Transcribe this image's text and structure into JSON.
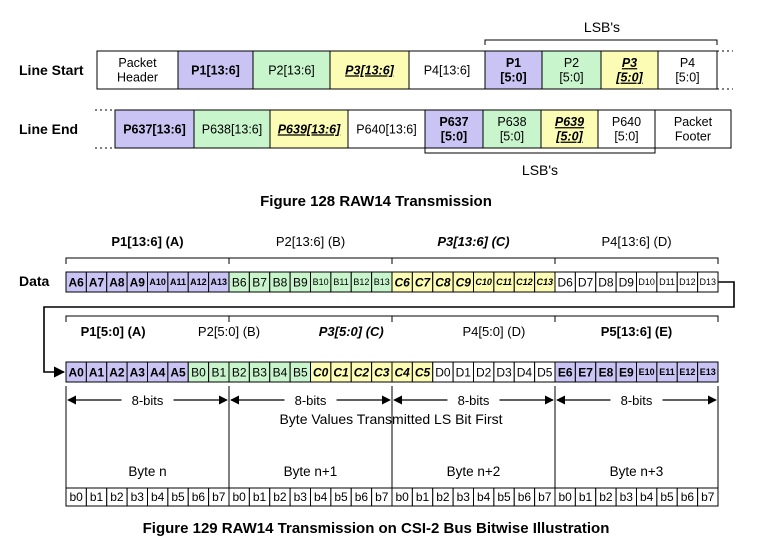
{
  "colors": {
    "purple": "#c9c4f4",
    "green": "#c8f5cc",
    "yellow": "#fcfcb4",
    "white": "#ffffff",
    "border": "#000000"
  },
  "fig128": {
    "lsb_top": "LSB's",
    "lsb_bottom": "LSB's",
    "caption": "Figure 128 RAW14 Transmission",
    "line_start": {
      "label": "Line Start",
      "cells": [
        {
          "lines": [
            "Packet",
            "Header"
          ],
          "color": "white",
          "bold": false,
          "italic": false
        },
        {
          "lines": [
            "P1[13:6]"
          ],
          "color": "purple",
          "bold": true,
          "italic": false
        },
        {
          "lines": [
            "P2[13:6]"
          ],
          "color": "green",
          "bold": false,
          "italic": false
        },
        {
          "lines": [
            "P3[13:6]"
          ],
          "color": "yellow",
          "bold": true,
          "italic": true
        },
        {
          "lines": [
            "P4[13:6]"
          ],
          "color": "white",
          "bold": false,
          "italic": false
        },
        {
          "lines": [
            "P1",
            "[5:0]"
          ],
          "color": "purple",
          "bold": true,
          "italic": false
        },
        {
          "lines": [
            "P2",
            "[5:0]"
          ],
          "color": "green",
          "bold": false,
          "italic": false
        },
        {
          "lines": [
            "P3",
            "[5:0]"
          ],
          "color": "yellow",
          "bold": true,
          "italic": true
        },
        {
          "lines": [
            "P4",
            "[5:0]"
          ],
          "color": "white",
          "bold": false,
          "italic": false
        }
      ]
    },
    "line_end": {
      "label": "Line End",
      "cells": [
        {
          "lines": [
            "P637[13:6]"
          ],
          "color": "purple",
          "bold": true,
          "italic": false
        },
        {
          "lines": [
            "P638[13:6]"
          ],
          "color": "green",
          "bold": false,
          "italic": false
        },
        {
          "lines": [
            "P639[13:6]"
          ],
          "color": "yellow",
          "bold": true,
          "italic": true
        },
        {
          "lines": [
            "P640[13:6]"
          ],
          "color": "white",
          "bold": false,
          "italic": false
        },
        {
          "lines": [
            "P637",
            "[5:0]"
          ],
          "color": "purple",
          "bold": true,
          "italic": false
        },
        {
          "lines": [
            "P638",
            "[5:0]"
          ],
          "color": "green",
          "bold": false,
          "italic": false
        },
        {
          "lines": [
            "P639",
            "[5:0]"
          ],
          "color": "yellow",
          "bold": true,
          "italic": true
        },
        {
          "lines": [
            "P640",
            "[5:0]"
          ],
          "color": "white",
          "bold": false,
          "italic": false
        },
        {
          "lines": [
            "Packet",
            "Footer"
          ],
          "color": "white",
          "bold": false,
          "italic": false
        }
      ]
    }
  },
  "fig129": {
    "data_label": "Data",
    "caption": "Figure 129 RAW14 Transmission on CSI-2 Bus Bitwise Illustration",
    "transmit_note": "Byte Values Transmitted LS Bit First",
    "row1_headers": [
      {
        "text": "P1[13:6] (A)",
        "bold": true,
        "italic": false
      },
      {
        "text": "P2[13:6] (B)",
        "bold": false,
        "italic": false
      },
      {
        "text": "P3[13:6] (C)",
        "bold": true,
        "italic": true
      },
      {
        "text": "P4[13:6] (D)",
        "bold": false,
        "italic": false
      }
    ],
    "row1_bits": [
      {
        "color": "purple",
        "bold": true,
        "italic": false,
        "labels": [
          "A6",
          "A7",
          "A8",
          "A9",
          "A10",
          "A11",
          "A12",
          "A13"
        ]
      },
      {
        "color": "green",
        "bold": false,
        "italic": false,
        "labels": [
          "B6",
          "B7",
          "B8",
          "B9",
          "B10",
          "B11",
          "B12",
          "B13"
        ]
      },
      {
        "color": "yellow",
        "bold": true,
        "italic": true,
        "labels": [
          "C6",
          "C7",
          "C8",
          "C9",
          "C10",
          "C11",
          "C12",
          "C13"
        ]
      },
      {
        "color": "white",
        "bold": false,
        "italic": false,
        "labels": [
          "D6",
          "D7",
          "D8",
          "D9",
          "D10",
          "D11",
          "D12",
          "D13"
        ]
      }
    ],
    "row2_headers": [
      {
        "text": "P1[5:0] (A)",
        "bold": true,
        "italic": false
      },
      {
        "text": "P2[5:0] (B)",
        "bold": false,
        "italic": false
      },
      {
        "text": "P3[5:0] (C)",
        "bold": true,
        "italic": true
      },
      {
        "text": "P4[5:0] (D)",
        "bold": false,
        "italic": false
      },
      {
        "text": "P5[13:6] (E)",
        "bold": true,
        "italic": false
      }
    ],
    "row2_bits": [
      {
        "color": "purple",
        "bold": true,
        "italic": false,
        "labels": [
          "A0",
          "A1",
          "A2",
          "A3",
          "A4",
          "A5"
        ]
      },
      {
        "color": "green",
        "bold": false,
        "italic": false,
        "labels": [
          "B0",
          "B1",
          "B2",
          "B3",
          "B4",
          "B5"
        ]
      },
      {
        "color": "yellow",
        "bold": true,
        "italic": true,
        "labels": [
          "C0",
          "C1",
          "C2",
          "C3",
          "C4",
          "C5"
        ]
      },
      {
        "color": "white",
        "bold": false,
        "italic": false,
        "labels": [
          "D0",
          "D1",
          "D2",
          "D3",
          "D4",
          "D5"
        ]
      },
      {
        "color": "purple",
        "bold": true,
        "italic": false,
        "labels": [
          "E6",
          "E7",
          "E8",
          "E9",
          "E10",
          "E11",
          "E12",
          "E13"
        ]
      }
    ],
    "width_label": "8-bits",
    "byte_names": [
      "Byte n",
      "Byte n+1",
      "Byte n+2",
      "Byte n+3"
    ],
    "bit_names": [
      "b0",
      "b1",
      "b2",
      "b3",
      "b4",
      "b5",
      "b6",
      "b7"
    ]
  }
}
